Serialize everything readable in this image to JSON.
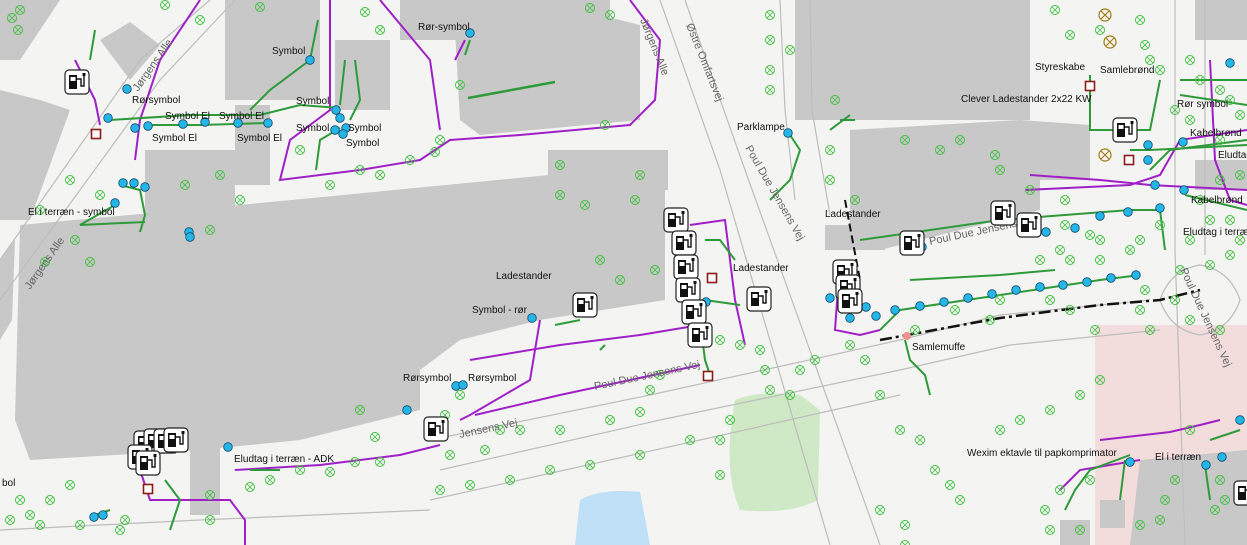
{
  "colors": {
    "building": "#c8c8c8",
    "road_edge": "#bdbdbd",
    "green_line": "#2e9a3a",
    "purple_line": "#a020c8",
    "blue_node": "#25b6e8",
    "red_box": "#8b1a1a",
    "water": "#bfe0f6",
    "grass": "#cfe9c6",
    "pink_zone": "#f3dcdc",
    "tree": "#3fbf3f"
  },
  "streets": [
    {
      "id": "joergens-1",
      "text": "Jørgens Alle"
    },
    {
      "id": "joergens-2",
      "text": "Jørgens Alle"
    },
    {
      "id": "joergens-3",
      "text": "Jørgens Alle"
    },
    {
      "id": "ostre",
      "text": "Østre Omfartsvej"
    },
    {
      "id": "pdj-1",
      "text": "Poul Due Jensens Vej"
    },
    {
      "id": "pdj-2",
      "text": "Poul Due Jensens Vej"
    },
    {
      "id": "pdj-3",
      "text": "Poul Due Jensens Vej"
    },
    {
      "id": "pdj-4",
      "text": "Jensens Vej"
    },
    {
      "id": "pdj-5",
      "text": "Poul Due Jensens Vej"
    }
  ],
  "labels": [
    {
      "id": "symbol-1",
      "text": "Symbol"
    },
    {
      "id": "ror-symbol-1",
      "text": "Rør-symbol"
    },
    {
      "id": "rorsymbol-1",
      "text": "Rørsymbol"
    },
    {
      "id": "symbol-el-1",
      "text": "Symbol El"
    },
    {
      "id": "symbol-el-2",
      "text": "Symbol El"
    },
    {
      "id": "symbol-el-3",
      "text": "Symbol El"
    },
    {
      "id": "symbol-el-4",
      "text": "Symbol El"
    },
    {
      "id": "symbol-2",
      "text": "Symbol"
    },
    {
      "id": "symbol-3",
      "text": "Symbol"
    },
    {
      "id": "symbol-4",
      "text": "Symbol"
    },
    {
      "id": "symbol-5",
      "text": "Symbol"
    },
    {
      "id": "el-terraen-symbol",
      "text": "El i terræn - symbol"
    },
    {
      "id": "parklampe",
      "text": "Parklampe"
    },
    {
      "id": "ladestander-1",
      "text": "Ladestander"
    },
    {
      "id": "ladestander-2",
      "text": "Ladestander"
    },
    {
      "id": "ladestander-3",
      "text": "Ladestander"
    },
    {
      "id": "symbol-ror",
      "text": "Symbol - rør"
    },
    {
      "id": "rorsymbol-2",
      "text": "Rørsymbol"
    },
    {
      "id": "rorsymbol-3",
      "text": "Rørsymbol"
    },
    {
      "id": "eludtag-adk",
      "text": "Eludtag i terræn - ADK"
    },
    {
      "id": "bol",
      "text": "bol"
    },
    {
      "id": "styreskabe",
      "text": "Styreskabe"
    },
    {
      "id": "samlebrond",
      "text": "Samlebrønd"
    },
    {
      "id": "clever",
      "text": "Clever Ladestander 2x22 KW"
    },
    {
      "id": "ror-symbol-2",
      "text": "Rør symbol"
    },
    {
      "id": "kabelbrond-1",
      "text": "Kabelbrønd"
    },
    {
      "id": "eludtag-1",
      "text": "Eludtag"
    },
    {
      "id": "kabelbrond-2",
      "text": "Kabelbrønd"
    },
    {
      "id": "eludtag-2",
      "text": "Eludtag i terræn -"
    },
    {
      "id": "samlemuffe",
      "text": "Samlemuffe"
    },
    {
      "id": "wexim",
      "text": "Wexim ektavle til papkomprimator"
    },
    {
      "id": "el-terraen",
      "text": "El i terræn"
    }
  ],
  "icons": {
    "charger": "ev-charger-icon",
    "node": "cable-node-icon",
    "box": "utility-box-icon",
    "tree": "tree-icon"
  }
}
